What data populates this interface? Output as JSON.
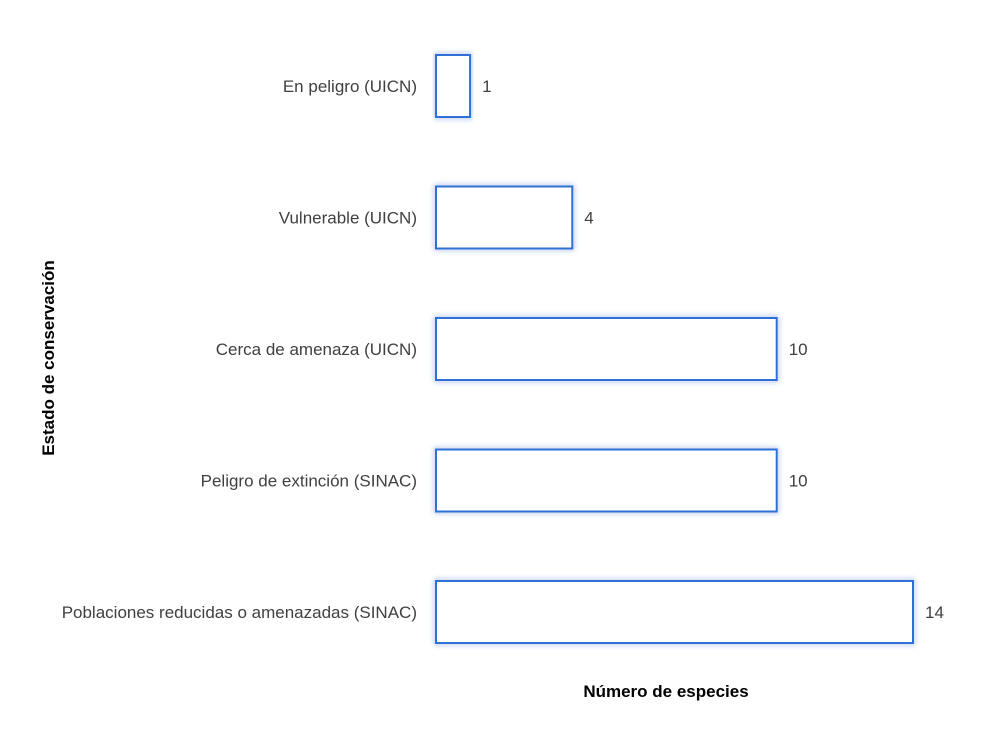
{
  "chart_data": {
    "type": "bar",
    "orientation": "horizontal",
    "title": "",
    "xlabel": "Número de especies",
    "ylabel": "Estado de conservación",
    "categories": [
      "En peligro (UICN)",
      "Vulnerable (UICN)",
      "Cerca de amenaza (UICN)",
      "Peligro de extinción (SINAC)",
      "Poblaciones reducidas o amenazadas (SINAC)"
    ],
    "values": [
      1,
      4,
      10,
      10,
      14
    ],
    "value_labels": [
      "1",
      "4",
      "10",
      "10",
      "14"
    ],
    "xlim": [
      0,
      14
    ],
    "grid": false,
    "legend": "none",
    "colors": {
      "bar_fill": "#ffffff",
      "bar_stroke": "#2f6fd6",
      "bar_glow": "#9cc3f5",
      "text": "#404040",
      "axis_title": "#000000"
    }
  }
}
